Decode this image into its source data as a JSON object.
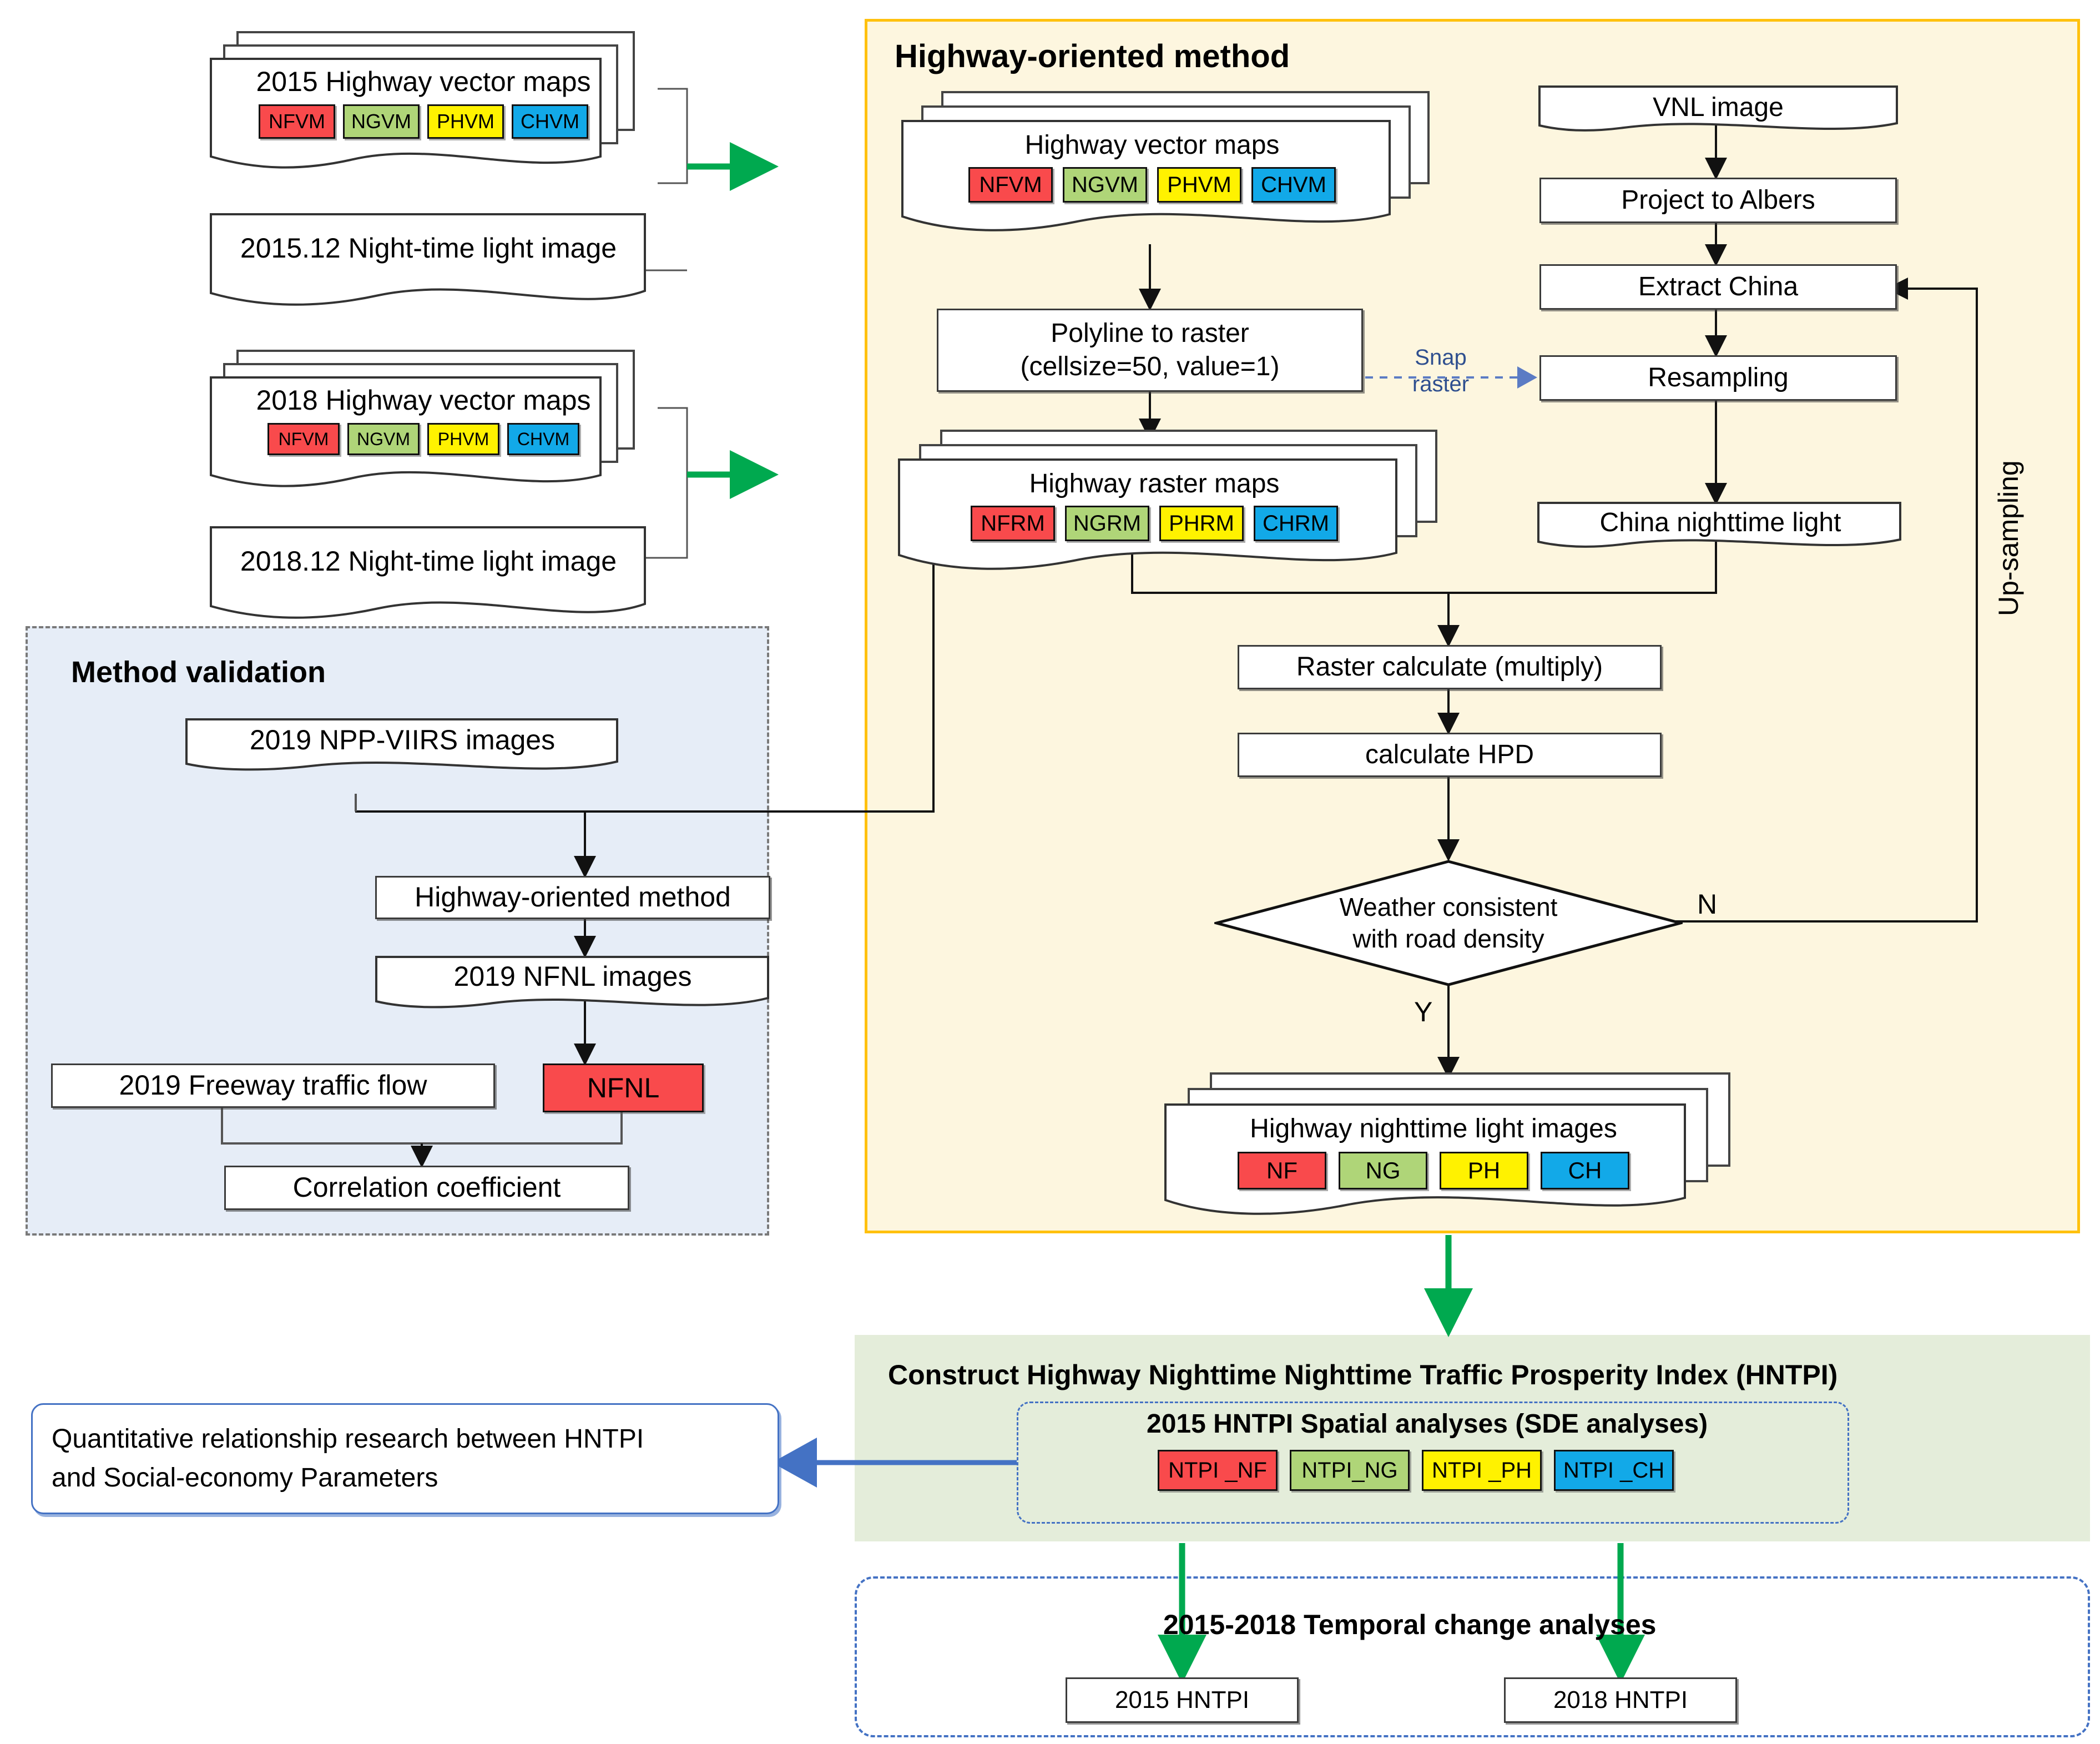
{
  "colors": {
    "red": "#F94A4C",
    "green": "#AFD578",
    "yellow": "#FFF200",
    "blue": "#12A9E8",
    "panel_yellow_bg": "#FDF6DF",
    "panel_yellow_border": "#FFC10E",
    "panel_blue_bg": "#E6EDF7",
    "panel_green_bg": "#E4EDDA",
    "arrow_green": "#00A94F",
    "arrow_blue": "#4472C4",
    "snap_blue": "#2F4F8F"
  },
  "inputs": {
    "vector_2015": {
      "title": "2015 Highway vector maps",
      "chips": [
        "NFVM",
        "NGVM",
        "PHVM",
        "CHVM"
      ]
    },
    "ntl_2015": {
      "title": "2015.12 Night-time light image"
    },
    "vector_2018": {
      "title": "2018 Highway vector maps",
      "chips": [
        "NFVM",
        "NGVM",
        "PHVM",
        "CHVM"
      ]
    },
    "ntl_2018": {
      "title": "2018.12 Night-time light image"
    }
  },
  "highway_method": {
    "title": "Highway-oriented method",
    "vector_maps": {
      "title": "Highway vector maps",
      "chips": [
        "NFVM",
        "NGVM",
        "PHVM",
        "CHVM"
      ]
    },
    "polyline_to_raster": {
      "line1": "Polyline to raster",
      "line2": "(cellsize=50,  value=1)"
    },
    "raster_maps": {
      "title": "Highway raster maps",
      "chips": [
        "NFRM",
        "NGRM",
        "PHRM",
        "CHRM"
      ]
    },
    "snap_raster": {
      "line1": "Snap",
      "line2": "raster"
    },
    "vnl_chain": [
      "VNL image",
      "Project to Albers",
      "Extract China",
      "Resampling",
      "China nighttime  light"
    ],
    "up_sampling": "Up-sampling",
    "raster_calculate": "Raster calculate (multiply)",
    "calculate_hpd": "calculate HPD",
    "decision": {
      "line1": "Weather consistent",
      "line2": "with road density",
      "yes": "Y",
      "no": "N"
    },
    "output_images": {
      "title": "Highway nighttime light images",
      "chips": [
        "NF",
        "NG",
        "PH",
        "CH"
      ]
    }
  },
  "method_validation": {
    "title": "Method validation",
    "npp_viirs": "2019 NPP-VIIRS images",
    "highway_oriented_method": "Highway-oriented method",
    "nfnl_images": "2019 NFNL images",
    "nfnl_chip": "NFNL",
    "freeway_flow": "2019 Freeway traffic flow",
    "correlation": "Correlation coefficient"
  },
  "hntpi": {
    "title": "Construct Highway Nighttime Nighttime Traffic Prosperity Index (HNTPI)",
    "spatial_title": "2015 HNTPI Spatial analyses (SDE analyses)",
    "spatial_chips": [
      "NTPI _NF",
      "NTPI_NG",
      "NTPI _PH",
      "NTPI _CH"
    ]
  },
  "temporal": {
    "title": "2015-2018 Temporal change analyses",
    "boxes": [
      "2015 HNTPI",
      "2018 HNTPI"
    ]
  },
  "quantitative": {
    "line1": "Quantitative relationship research between HNTPI",
    "line2": "and Social-economy Parameters"
  }
}
